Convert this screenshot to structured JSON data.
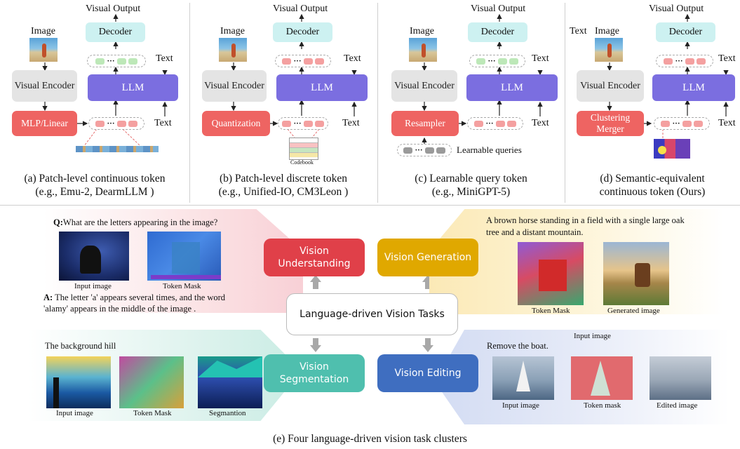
{
  "panels": {
    "a": {
      "image": "Image",
      "visual_output": "Visual Output",
      "decoder": "Decoder",
      "llm": "LLM",
      "text_top": "Text",
      "text_bottom": "Text",
      "encoder": "Visual Encoder",
      "adapter": "MLP/Linear",
      "caption_1": "(a) Patch-level continuous token",
      "caption_2": "(e.g., Emu-2, DearmLLM )"
    },
    "b": {
      "image": "Image",
      "visual_output": "Visual Output",
      "decoder": "Decoder",
      "llm": "LLM",
      "text_top": "Text",
      "text_bottom": "Text",
      "encoder": "Visual Encoder",
      "adapter": "Quantization",
      "codebook": "Codebook",
      "caption_1": "(b) Patch-level discrete token",
      "caption_2": "(e.g., Unified-IO, CM3Leon )"
    },
    "c": {
      "image": "Image",
      "visual_output": "Visual Output",
      "decoder": "Decoder",
      "llm": "LLM",
      "text_top": "Text",
      "text_bottom": "Text",
      "encoder": "Visual Encoder",
      "adapter": "Resampler",
      "queries": "Learnable queries",
      "caption_1": "(c) Learnable query token",
      "caption_2": "(e.g., MiniGPT-5)"
    },
    "d": {
      "image": "Image",
      "text_left": "Text",
      "visual_output": "Visual Output",
      "decoder": "Decoder",
      "llm": "LLM",
      "text_top": "Text",
      "text_bottom": "Text",
      "encoder": "Visual Encoder",
      "adapter": "Clustering Merger",
      "caption_1": "(d) Semantic-equivalent",
      "caption_2": "continuous token (Ours)"
    }
  },
  "tasks": {
    "center": "Language-driven Vision Tasks",
    "understanding": "Vision Understanding",
    "generation": "Vision Generation",
    "segmentation": "Vision Segmentation",
    "editing": "Vision Editing"
  },
  "understanding": {
    "q_label": "Q:",
    "question": "What are the letters appearing in the image?",
    "input_label": "Input image",
    "mask_label": "Token Mask",
    "a_label": "A:",
    "answer_1": "The letter 'a' appears several times, and the word",
    "answer_2": "'alamy' appears in the middle of the image ."
  },
  "generation": {
    "prompt_1": "A brown horse standing in a field with a single large oak",
    "prompt_2": "tree and a distant mountain.",
    "mask_label": "Token Mask",
    "generated_label": "Generated image"
  },
  "segmentation": {
    "prompt": "The background hill",
    "input_label": "Input image",
    "mask_label": "Token Mask",
    "seg_label": "Segmantion"
  },
  "editing": {
    "top_label": "Input image",
    "prompt": "Remove the boat.",
    "input_label": "Input image",
    "mask_label": "Token mask",
    "edited_label": "Edited image"
  },
  "footer": "(e) Four language-driven vision task clusters",
  "colors": {
    "decoder": "#cdf1f1",
    "llm": "#7b6ee0",
    "adapter": "#ee6462",
    "understanding": "#e04049",
    "generation": "#e0a800",
    "segmentation": "#4fbfae",
    "editing": "#3f6ec0"
  }
}
